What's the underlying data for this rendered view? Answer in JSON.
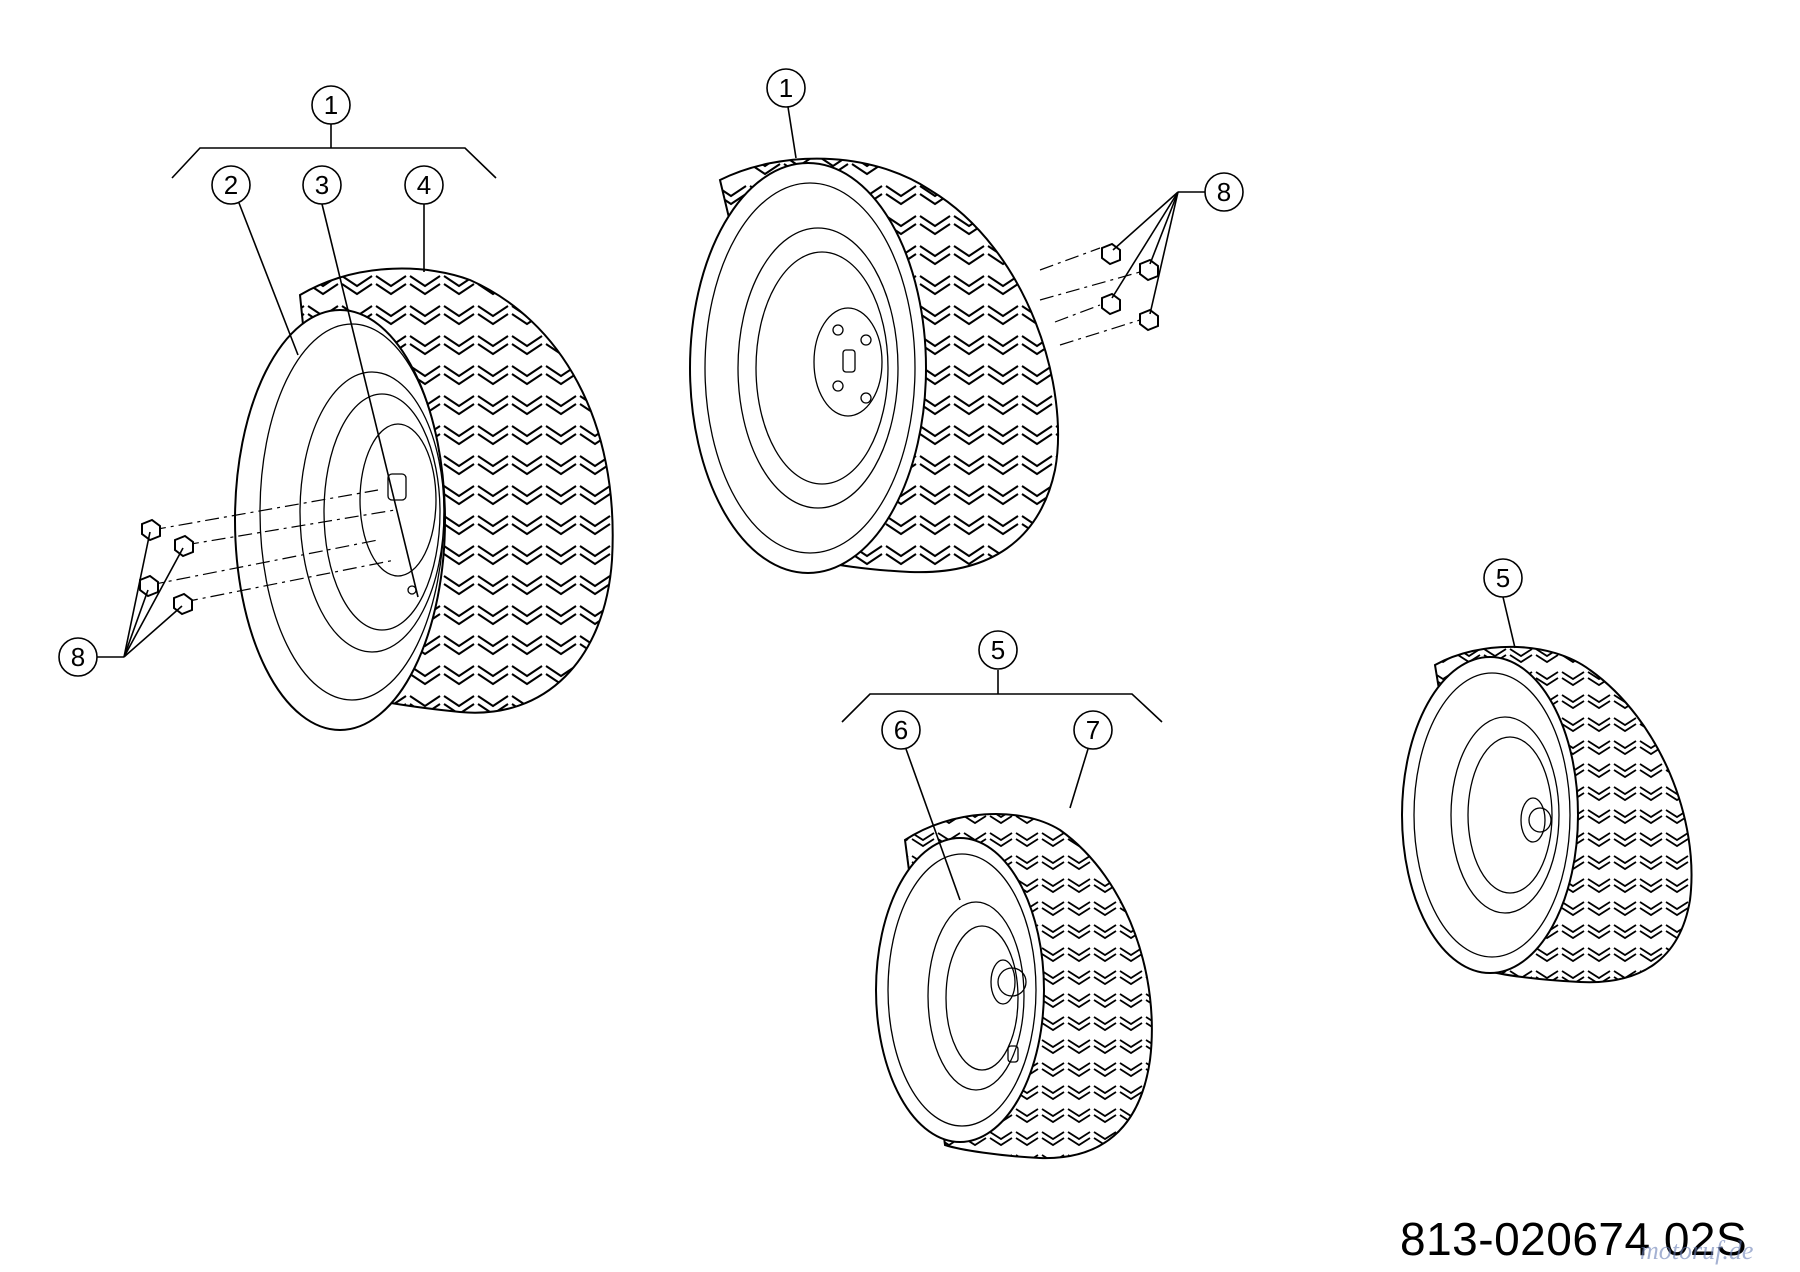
{
  "callouts": {
    "c1a": "1",
    "c2": "2",
    "c3": "3",
    "c4": "4",
    "c1b": "1",
    "c8a": "8",
    "c8b": "8",
    "c5a": "5",
    "c6": "6",
    "c7": "7",
    "c5b": "5"
  },
  "part_number": "813-020674 02S",
  "watermark": "motoruf.de",
  "colors": {
    "line": "#000000",
    "background": "#ffffff",
    "watermark": "#6b7fb6"
  }
}
